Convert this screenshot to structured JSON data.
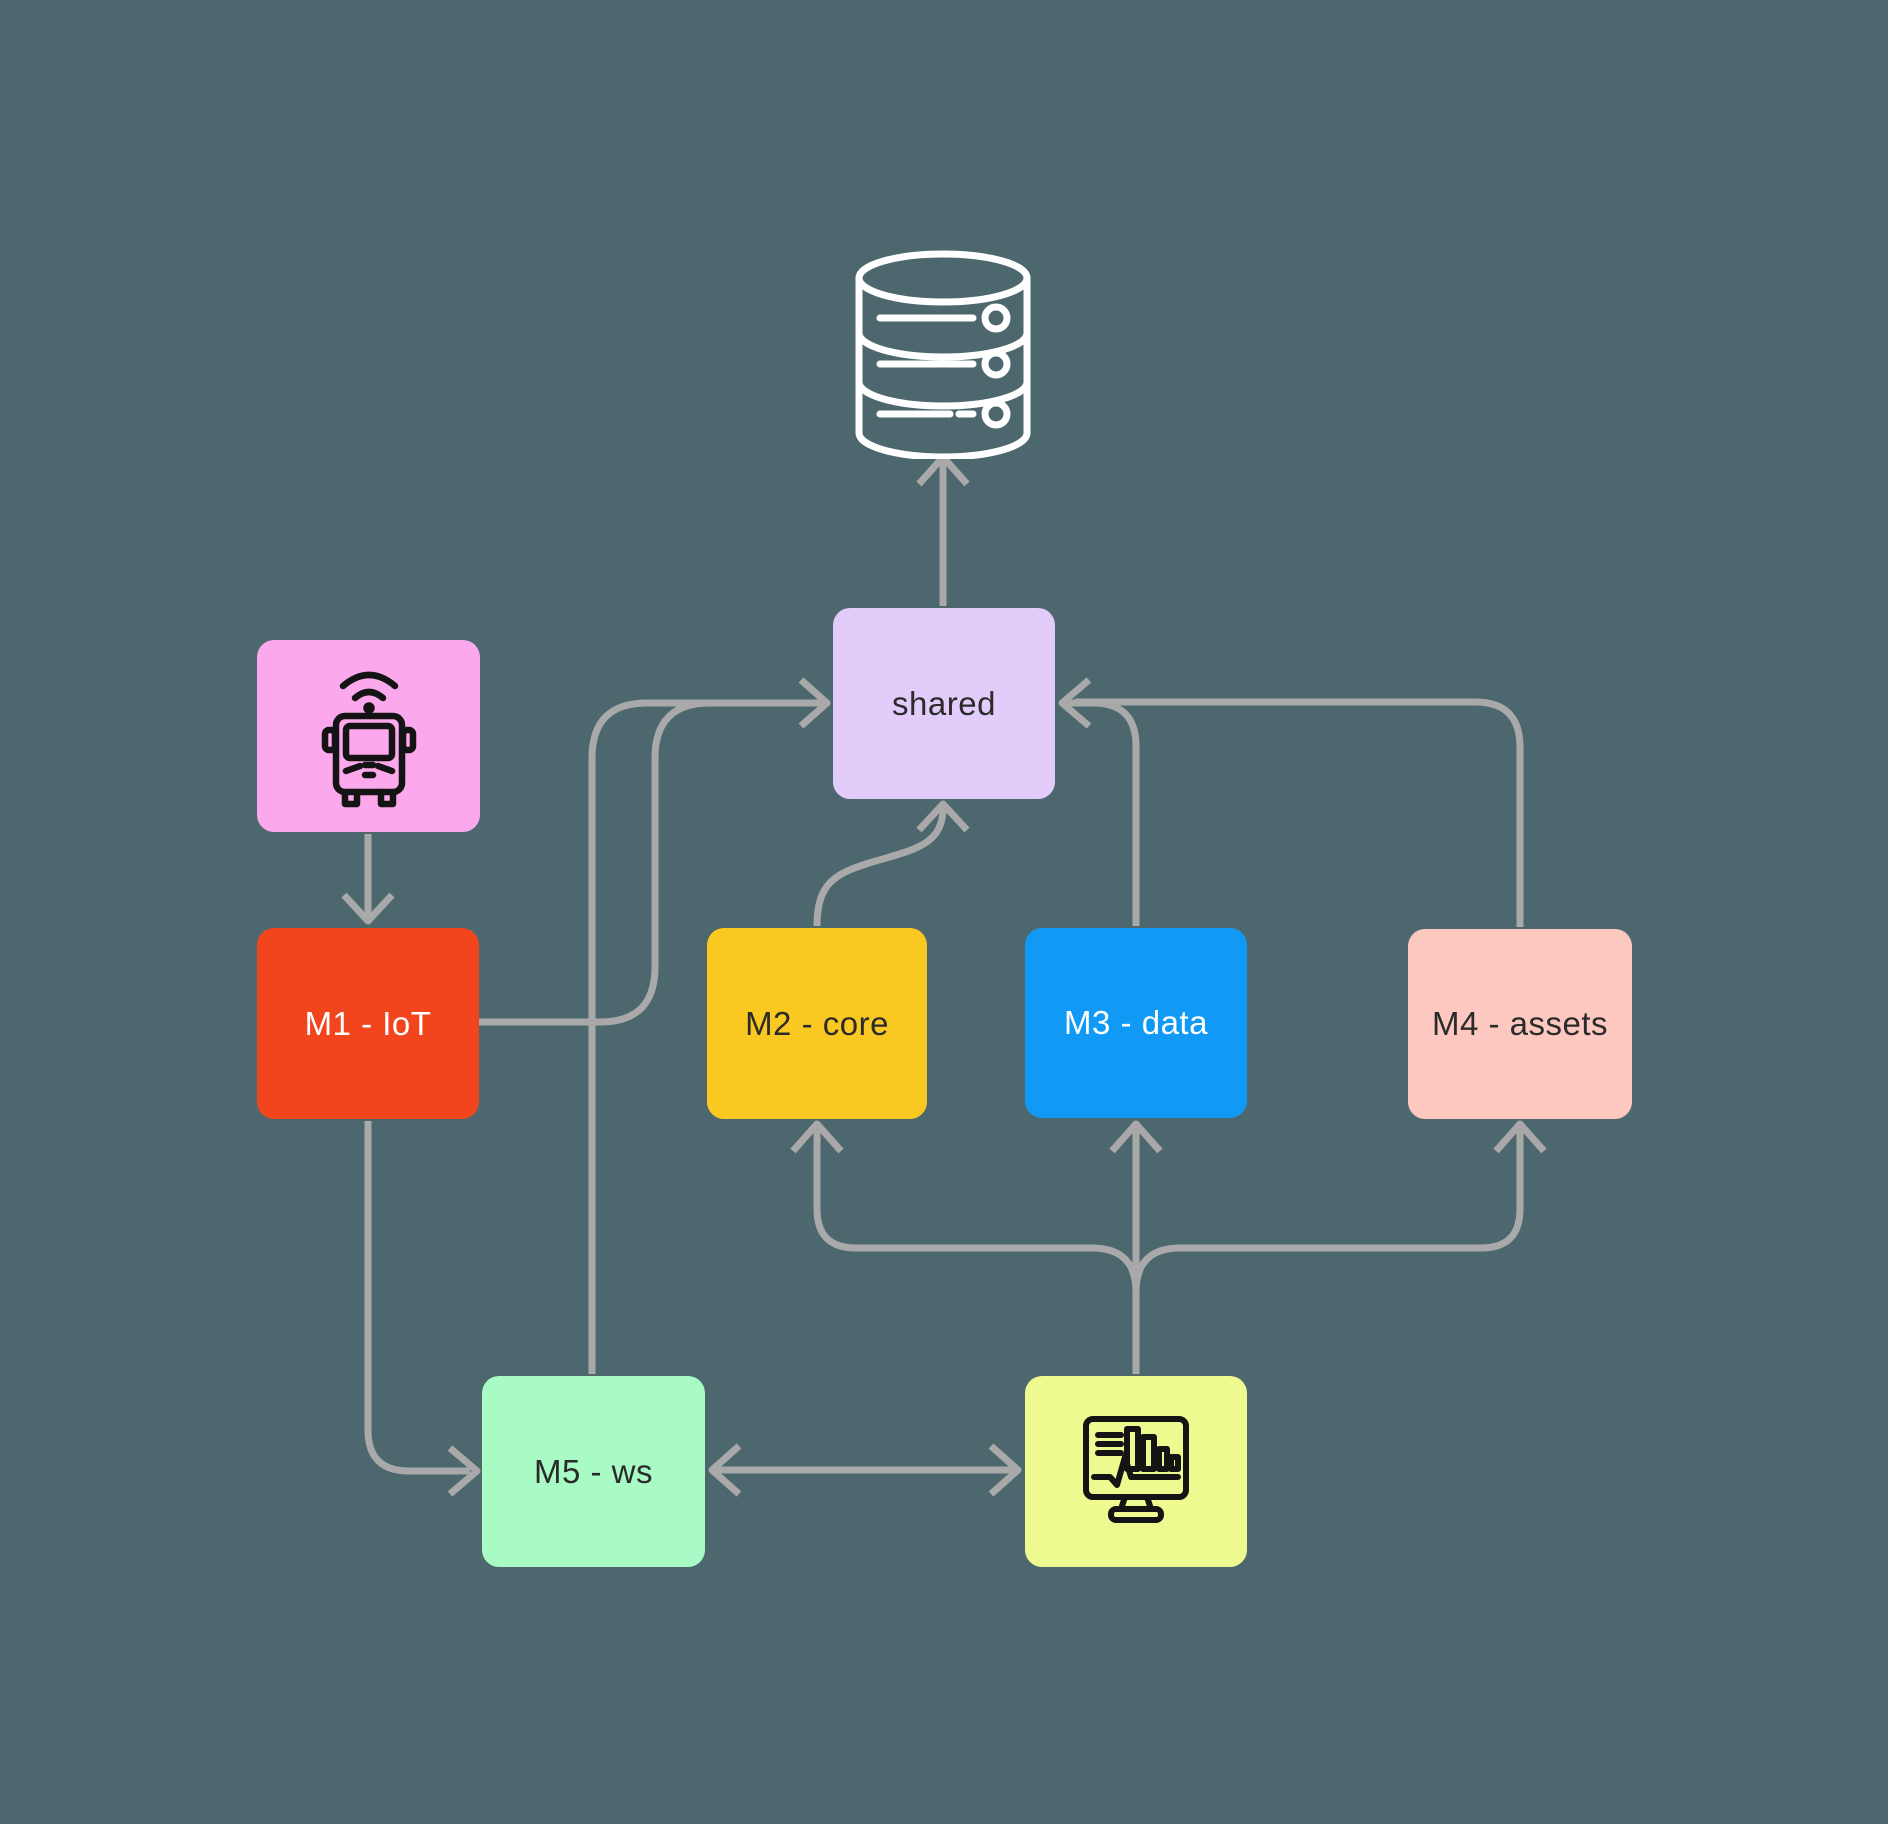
{
  "diagram": {
    "background_color": "#4D676E",
    "arrow_color": "#A9A9A9",
    "nodes": {
      "database": {
        "icon": "database-icon",
        "icon_color": "#FFFFFF"
      },
      "bus": {
        "icon": "connected-bus-icon",
        "fill": "#FBA8EC",
        "icon_color": "#141414"
      },
      "shared": {
        "label": "shared",
        "fill": "#E2CCFA",
        "text_color": "#2B2B2B"
      },
      "m1": {
        "label": "M1 - IoT",
        "fill": "#F2451D",
        "text_color": "#FFFFFF"
      },
      "m2": {
        "label": "M2 - core",
        "fill": "#FAC921",
        "text_color": "#2B2B2B"
      },
      "m3": {
        "label": "M3 - data",
        "fill": "#119AF5",
        "text_color": "#FFFFFF"
      },
      "m4": {
        "label": "M4 - assets",
        "fill": "#FCC8BF",
        "text_color": "#2B2B2B"
      },
      "m5": {
        "label": "M5 - ws",
        "fill": "#A8FBC4",
        "text_color": "#2B2B2B"
      },
      "dashboard": {
        "icon": "dashboard-monitor-icon",
        "fill": "#EEFA8F",
        "icon_color": "#141414"
      }
    },
    "edges": [
      {
        "from": "shared",
        "to": "database",
        "style": "arrow"
      },
      {
        "from": "bus",
        "to": "m1",
        "style": "arrow"
      },
      {
        "from": "m1",
        "to": "shared",
        "style": "arrow"
      },
      {
        "from": "m5",
        "to": "shared",
        "style": "arrow"
      },
      {
        "from": "m2",
        "to": "shared",
        "style": "arrow"
      },
      {
        "from": "m3",
        "to": "shared",
        "style": "arrow"
      },
      {
        "from": "m4",
        "to": "shared",
        "style": "arrow"
      },
      {
        "from": "m1",
        "to": "m5",
        "style": "arrow"
      },
      {
        "from": "m5",
        "to": "dashboard",
        "style": "double-arrow"
      },
      {
        "from": "dashboard",
        "to": "m2",
        "style": "arrow"
      },
      {
        "from": "dashboard",
        "to": "m3",
        "style": "arrow"
      },
      {
        "from": "dashboard",
        "to": "m4",
        "style": "arrow"
      }
    ]
  }
}
